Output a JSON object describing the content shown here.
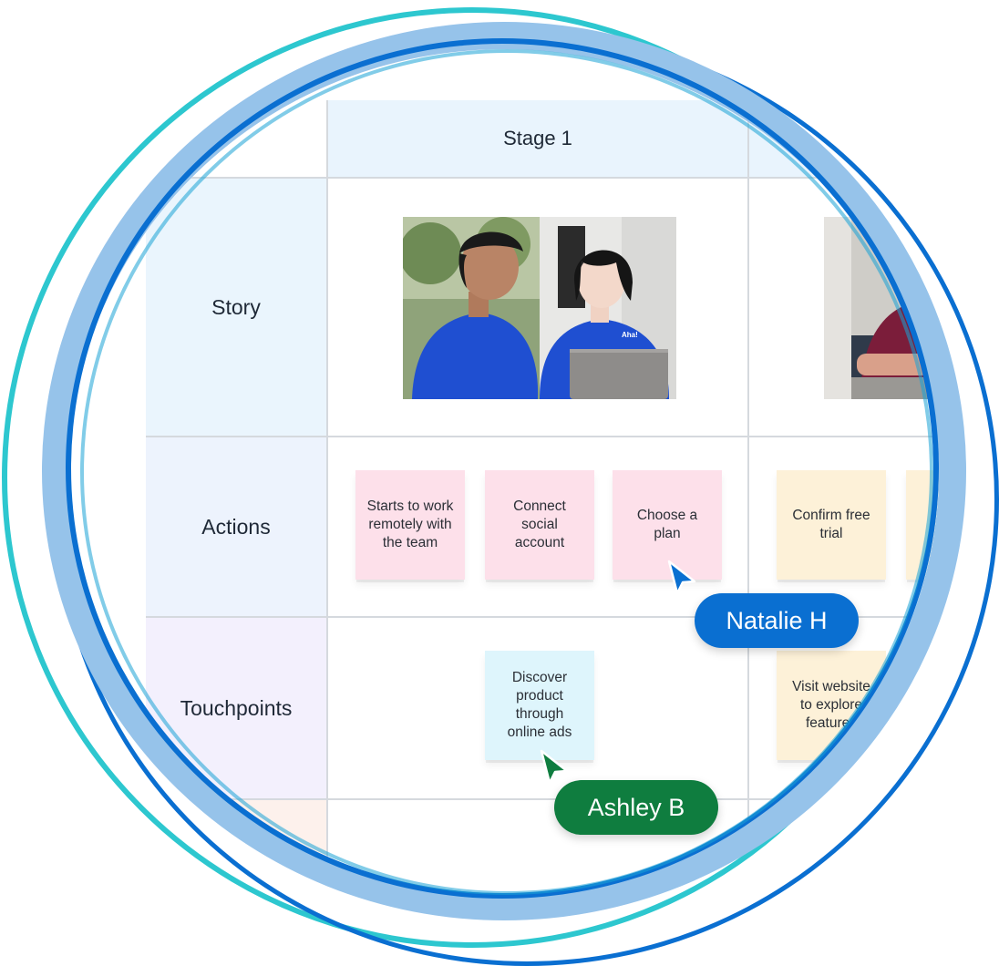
{
  "board": {
    "stage_header": "Stage 1",
    "rows": {
      "story": "Story",
      "actions": "Actions",
      "touchpoints": "Touchpoints"
    }
  },
  "stickies": {
    "actions": [
      {
        "text": "Starts to work remotely with the team",
        "color": "pink"
      },
      {
        "text": "Connect social account",
        "color": "pink"
      },
      {
        "text": "Choose a plan",
        "color": "pink"
      },
      {
        "text": "Confirm free trial",
        "color": "yellow"
      }
    ],
    "touchpoints": [
      {
        "text": "Discover product through online ads",
        "color": "cyan"
      },
      {
        "text": "Visit website to explore features",
        "color": "yellow"
      }
    ]
  },
  "photo": {
    "shirt_logo": "Aha!"
  },
  "collaborators": [
    {
      "name": "Natalie H",
      "color": "#0a6fd1"
    },
    {
      "name": "Ashley B",
      "color": "#0f7d3f"
    }
  ],
  "colors": {
    "ring_teal": "#2dc7cf",
    "ring_blue": "#0a6fd1",
    "ring_light": "#96c3ea",
    "header_bg": "#e9f4fd",
    "sticky_pink": "#fde0ea",
    "sticky_yellow": "#fdf1d8",
    "sticky_cyan": "#def5fc"
  }
}
